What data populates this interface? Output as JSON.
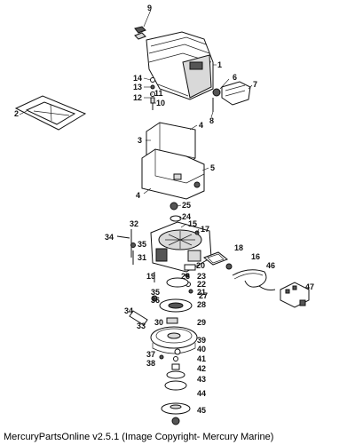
{
  "caption": "MercuryPartsOnline v2.5.1 (Image Copyright- Mercury Marine)",
  "callouts": [
    {
      "id": "c9",
      "text": "9"
    },
    {
      "id": "c1",
      "text": "1"
    },
    {
      "id": "c14",
      "text": "14"
    },
    {
      "id": "c13",
      "text": "13"
    },
    {
      "id": "c11",
      "text": "11"
    },
    {
      "id": "c12",
      "text": "12"
    },
    {
      "id": "c10",
      "text": "10"
    },
    {
      "id": "c6",
      "text": "6"
    },
    {
      "id": "c7",
      "text": "7"
    },
    {
      "id": "c8",
      "text": "8"
    },
    {
      "id": "c2",
      "text": "2"
    },
    {
      "id": "c3",
      "text": "3"
    },
    {
      "id": "c5",
      "text": "5"
    },
    {
      "id": "c4",
      "text": "4"
    },
    {
      "id": "c25",
      "text": "25"
    },
    {
      "id": "c24",
      "text": "24"
    },
    {
      "id": "c15",
      "text": "15"
    },
    {
      "id": "c17",
      "text": "17"
    },
    {
      "id": "c32",
      "text": "32"
    },
    {
      "id": "c34",
      "text": "34"
    },
    {
      "id": "c35",
      "text": "35"
    },
    {
      "id": "c31",
      "text": "31"
    },
    {
      "id": "c18",
      "text": "18"
    },
    {
      "id": "c16",
      "text": "16"
    },
    {
      "id": "c20",
      "text": "20"
    },
    {
      "id": "c23",
      "text": "23"
    },
    {
      "id": "c26",
      "text": "26"
    },
    {
      "id": "c22",
      "text": "22"
    },
    {
      "id": "c21",
      "text": "21"
    },
    {
      "id": "c19",
      "text": "19"
    },
    {
      "id": "c46",
      "text": "46"
    },
    {
      "id": "c47",
      "text": "47"
    },
    {
      "id": "c36",
      "text": "36"
    },
    {
      "id": "c27",
      "text": "27"
    },
    {
      "id": "c28",
      "text": "28"
    },
    {
      "id": "c33",
      "text": "33"
    },
    {
      "id": "c30",
      "text": "30"
    },
    {
      "id": "c29",
      "text": "29"
    },
    {
      "id": "c39",
      "text": "39"
    },
    {
      "id": "c37",
      "text": "37"
    },
    {
      "id": "c40",
      "text": "40"
    },
    {
      "id": "c38",
      "text": "38"
    },
    {
      "id": "c41",
      "text": "41"
    },
    {
      "id": "c42",
      "text": "42"
    },
    {
      "id": "c43",
      "text": "43"
    },
    {
      "id": "c44",
      "text": "44"
    },
    {
      "id": "c45",
      "text": "45"
    }
  ]
}
